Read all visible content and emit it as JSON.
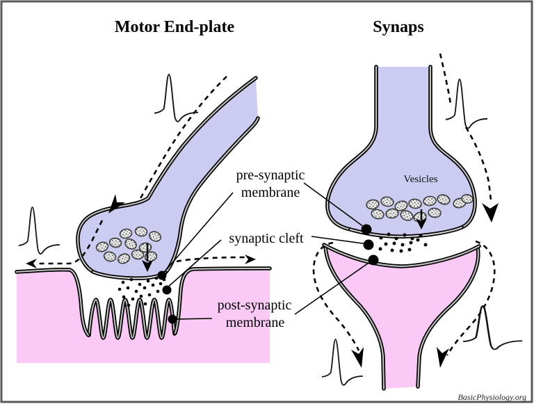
{
  "figure": {
    "left": {
      "title": "Motor End-plate"
    },
    "right": {
      "title": "Synaps",
      "vesicles_label": "Vesicles"
    },
    "labels": {
      "pre_synaptic_line1": "pre-synaptic",
      "pre_synaptic_line2": "membrane",
      "synaptic_cleft": "synaptic cleft",
      "post_synaptic_line1": "post-synaptic",
      "post_synaptic_line2": "membrane"
    },
    "watermark": "BasicPhysiology.org",
    "colors": {
      "neuron_fill": "#ccccf2",
      "muscle_fill": "#fbc9f5",
      "presynaptic_membrane": "#ff0000",
      "postsynaptic_membrane": "#0000ff",
      "membrane_core": "#c6c6c6",
      "frame": "#595959"
    }
  }
}
